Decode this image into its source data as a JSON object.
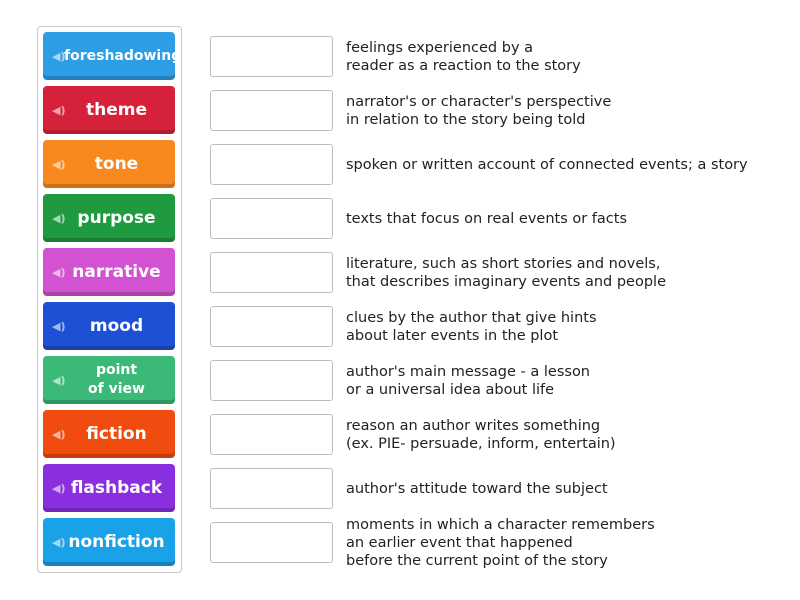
{
  "terms": [
    {
      "label": "foreshadowing",
      "color": "#2d9de6"
    },
    {
      "label": "theme",
      "color": "#d6213b"
    },
    {
      "label": "tone",
      "color": "#f7891f"
    },
    {
      "label": "purpose",
      "color": "#1f9a3f"
    },
    {
      "label": "narrative",
      "color": "#d252d2"
    },
    {
      "label": "mood",
      "color": "#1e50d6"
    },
    {
      "label": "point\nof view",
      "color": "#3bb979"
    },
    {
      "label": "fiction",
      "color": "#f04c10"
    },
    {
      "label": "flashback",
      "color": "#8a2fe0"
    },
    {
      "label": "nonfiction",
      "color": "#1aa2e8"
    }
  ],
  "definitions": [
    "feelings experienced by a\nreader as a reaction to the story",
    "narrator's or character's perspective\nin relation to the story being told",
    "spoken or written account of connected events; a story",
    "texts that focus on real events or facts",
    "literature, such as short stories and novels,\nthat describes imaginary events and people",
    "clues by the author that give hints\nabout later events in the plot",
    "author's main message - a lesson\nor a universal idea about life",
    "reason an author writes something\n(ex. PIE- persuade, inform, entertain)",
    "author's attitude toward the subject",
    "moments in which a character remembers\nan earlier event that happened\nbefore the current point of the story"
  ]
}
